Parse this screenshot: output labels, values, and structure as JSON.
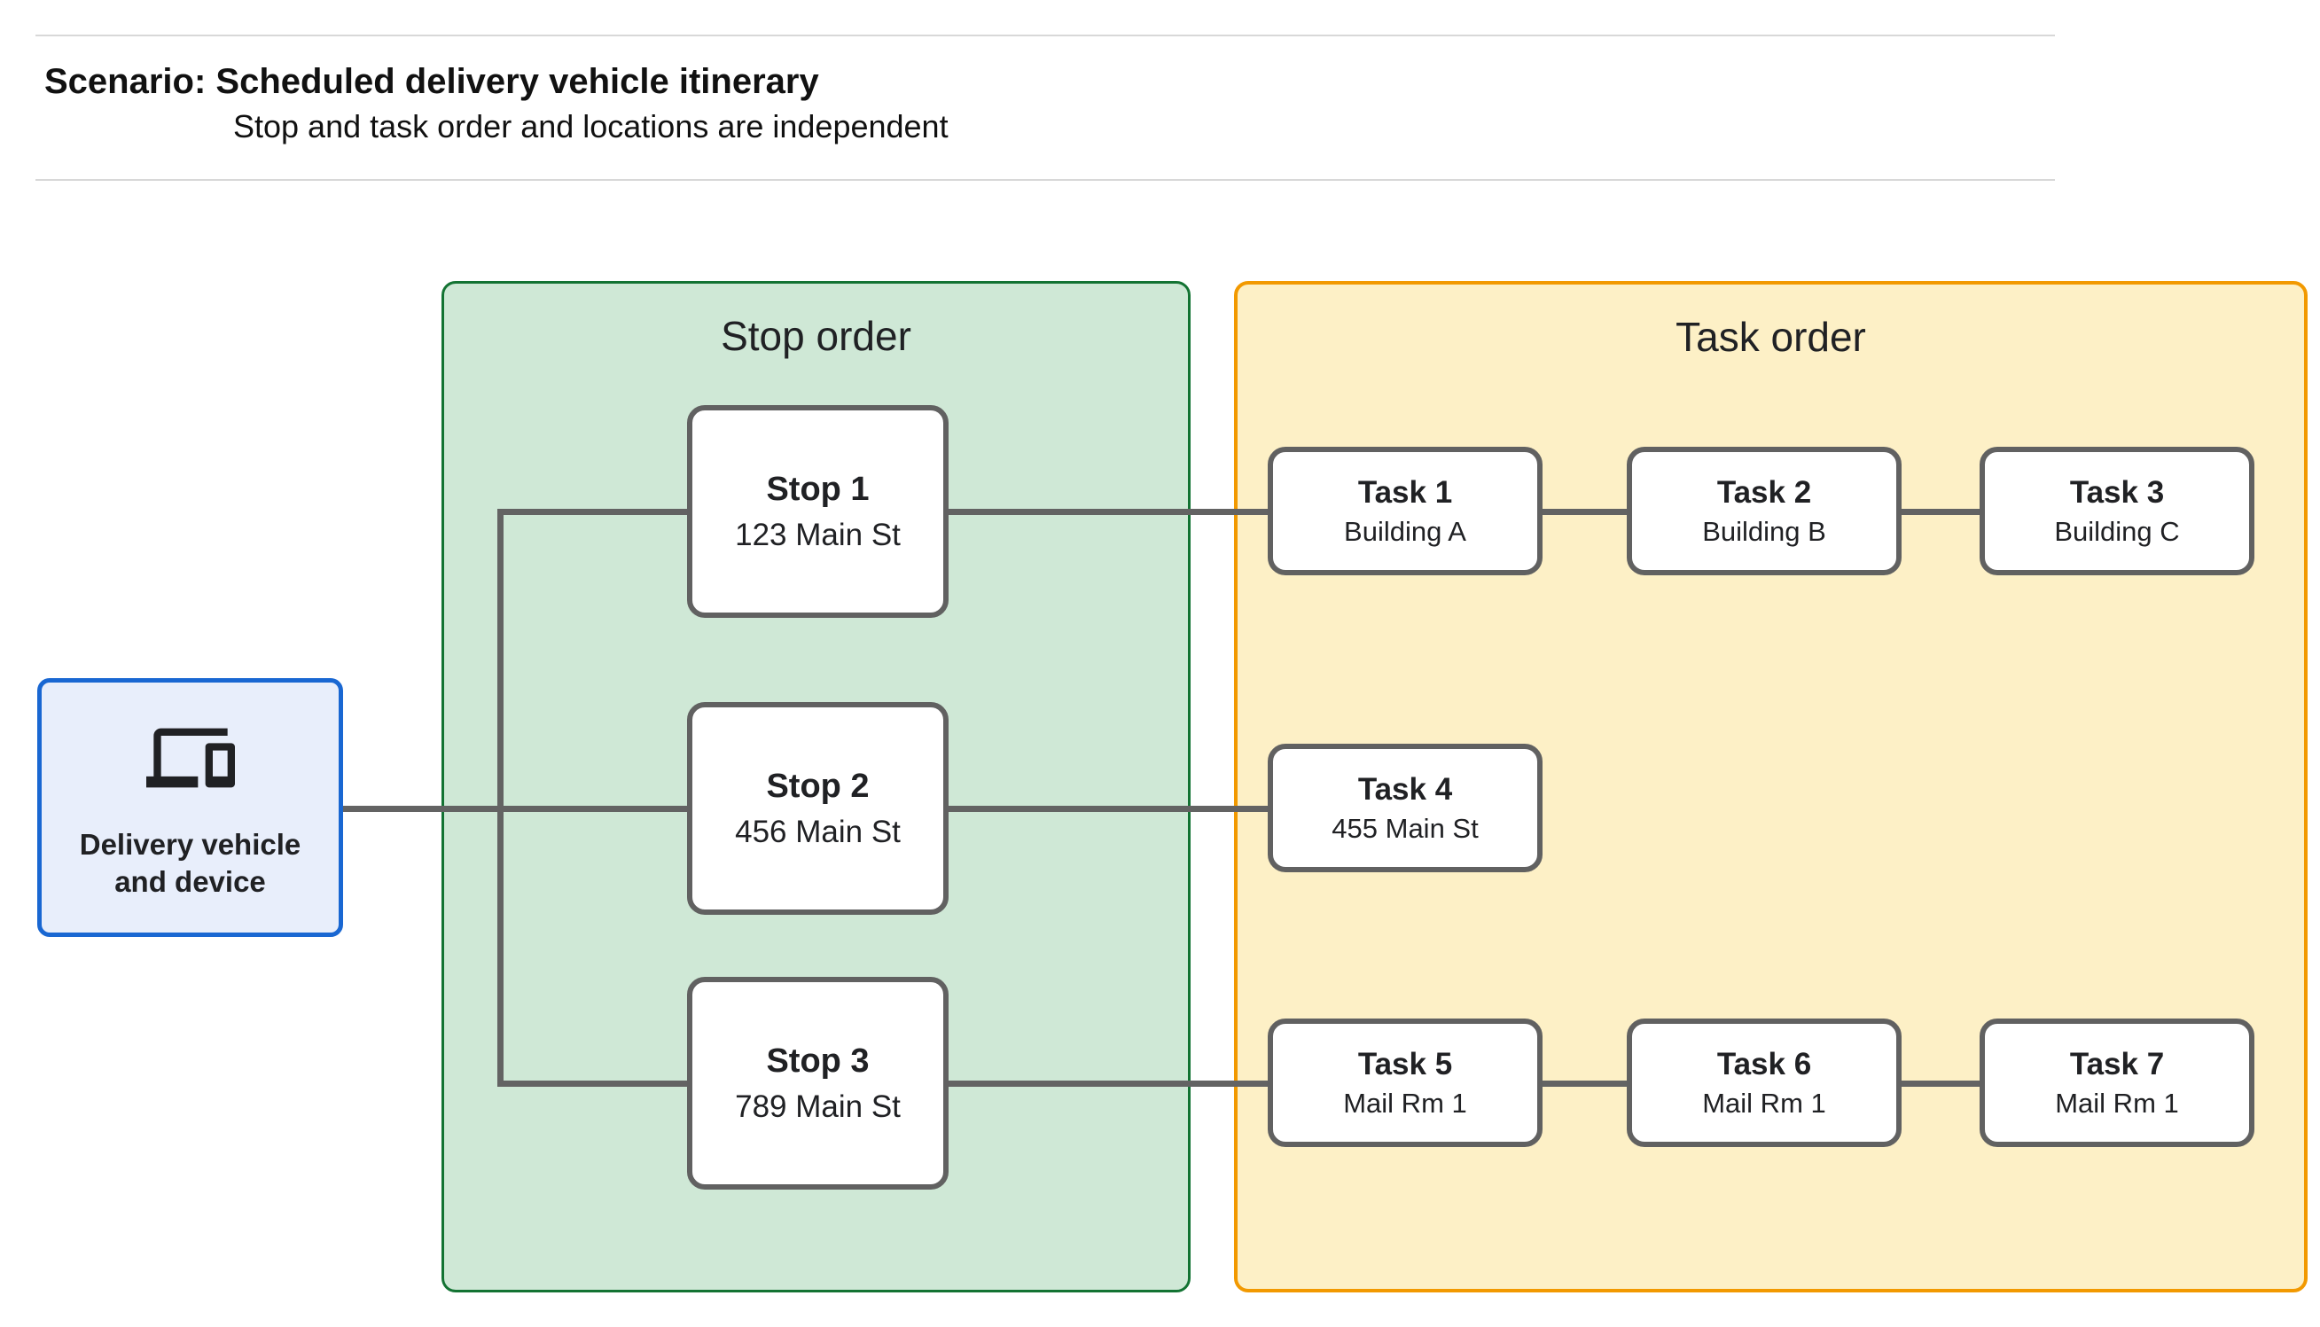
{
  "header": {
    "title": "Scenario: Scheduled delivery vehicle itinerary",
    "subtitle": "Stop and task order and locations are independent"
  },
  "vehicle": {
    "icon": "devices-icon",
    "label_line1": "Delivery vehicle",
    "label_line2": "and device"
  },
  "panels": {
    "stop_order": {
      "title": "Stop order"
    },
    "task_order": {
      "title": "Task order"
    }
  },
  "stops": [
    {
      "title": "Stop 1",
      "address": "123 Main St"
    },
    {
      "title": "Stop 2",
      "address": "456 Main St"
    },
    {
      "title": "Stop 3",
      "address": "789 Main St"
    }
  ],
  "tasks": [
    {
      "title": "Task 1",
      "location": "Building A"
    },
    {
      "title": "Task 2",
      "location": "Building B"
    },
    {
      "title": "Task 3",
      "location": "Building C"
    },
    {
      "title": "Task 4",
      "location": "455 Main St"
    },
    {
      "title": "Task 5",
      "location": "Mail Rm 1"
    },
    {
      "title": "Task 6",
      "location": "Mail Rm 1"
    },
    {
      "title": "Task 7",
      "location": "Mail Rm 1"
    }
  ],
  "colors": {
    "stop_panel_fill": "#cfe8d6",
    "stop_panel_border": "#137333",
    "task_panel_fill": "#fdf0c6",
    "task_panel_border": "#f29900",
    "vehicle_fill": "#e8eefb",
    "vehicle_border": "#1967d2",
    "node_border": "#616161",
    "connector": "#636363",
    "rule": "#d8d8d8"
  }
}
